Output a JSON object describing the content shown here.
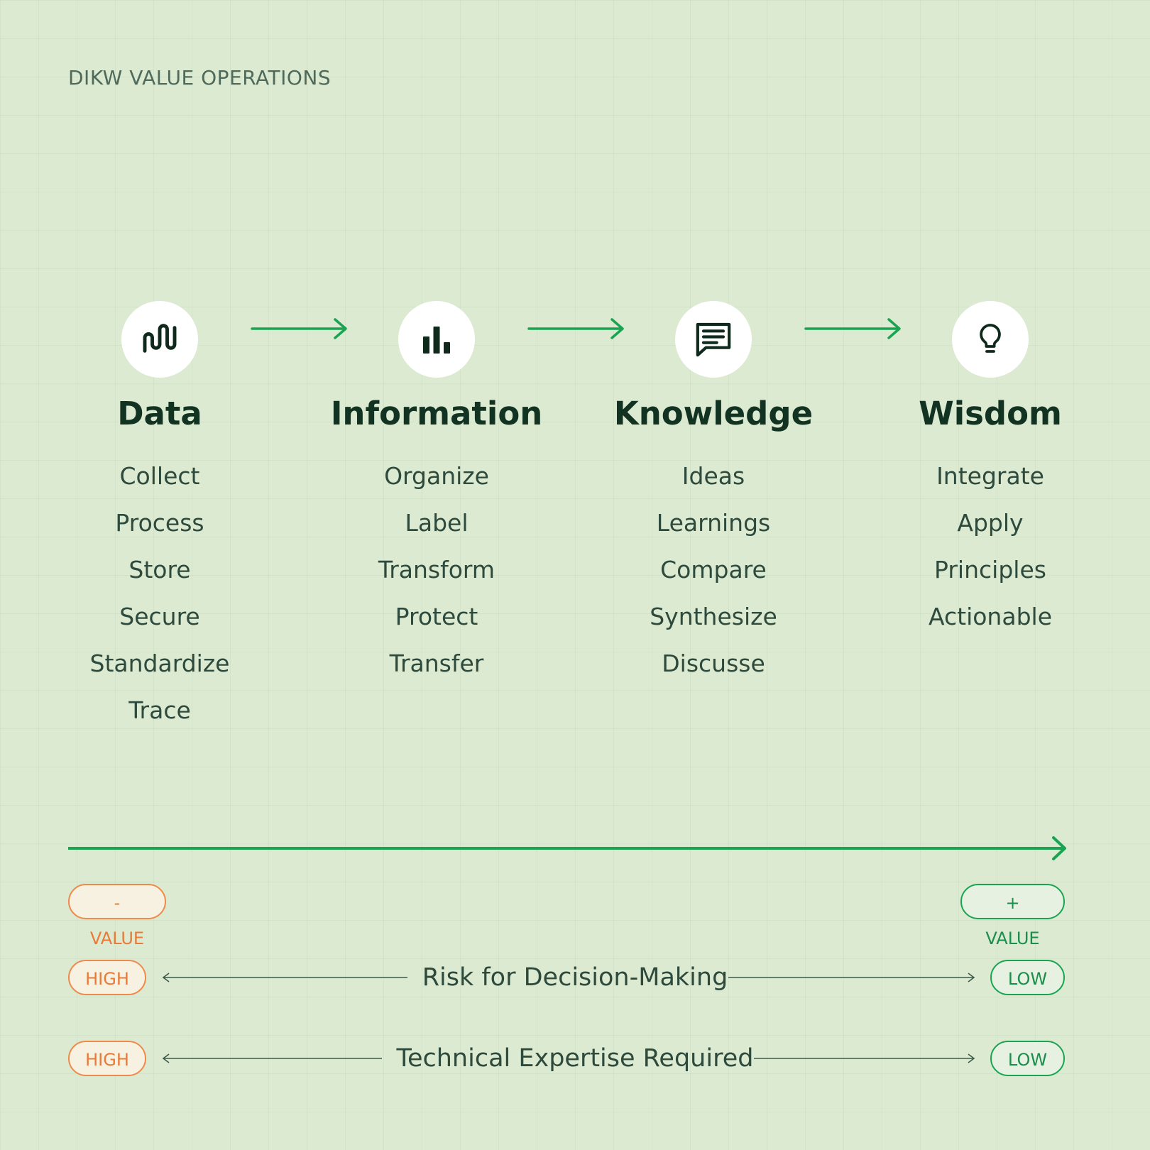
{
  "header": {
    "title": "DIKW VALUE OPERATIONS"
  },
  "stages": [
    {
      "icon": "waveform-icon",
      "title": "Data",
      "operations": [
        "Collect",
        "Process",
        "Store",
        "Secure",
        "Standardize",
        "Trace"
      ]
    },
    {
      "icon": "bar-chart-icon",
      "title": "Information",
      "operations": [
        "Organize",
        "Label",
        "Transform",
        "Protect",
        "Transfer"
      ]
    },
    {
      "icon": "message-lines-icon",
      "title": "Knowledge",
      "operations": [
        "Ideas",
        "Learnings",
        "Compare",
        "Synthesize",
        "Discusse"
      ]
    },
    {
      "icon": "lightbulb-icon",
      "title": "Wisdom",
      "operations": [
        "Integrate",
        "Apply",
        "Principles",
        "Actionable"
      ]
    }
  ],
  "value_axis": {
    "low_label": "- VALUE",
    "high_label": "+ VALUE"
  },
  "scales": [
    {
      "label": "Risk for Decision-Making",
      "left": "HIGH",
      "right": "LOW"
    },
    {
      "label": "Technical Expertise Required",
      "left": "HIGH",
      "right": "LOW"
    }
  ],
  "colors": {
    "background": "#dcead2",
    "accent_green": "#1aa452",
    "warm_orange": "#ef8a4a",
    "ink": "#123322"
  }
}
